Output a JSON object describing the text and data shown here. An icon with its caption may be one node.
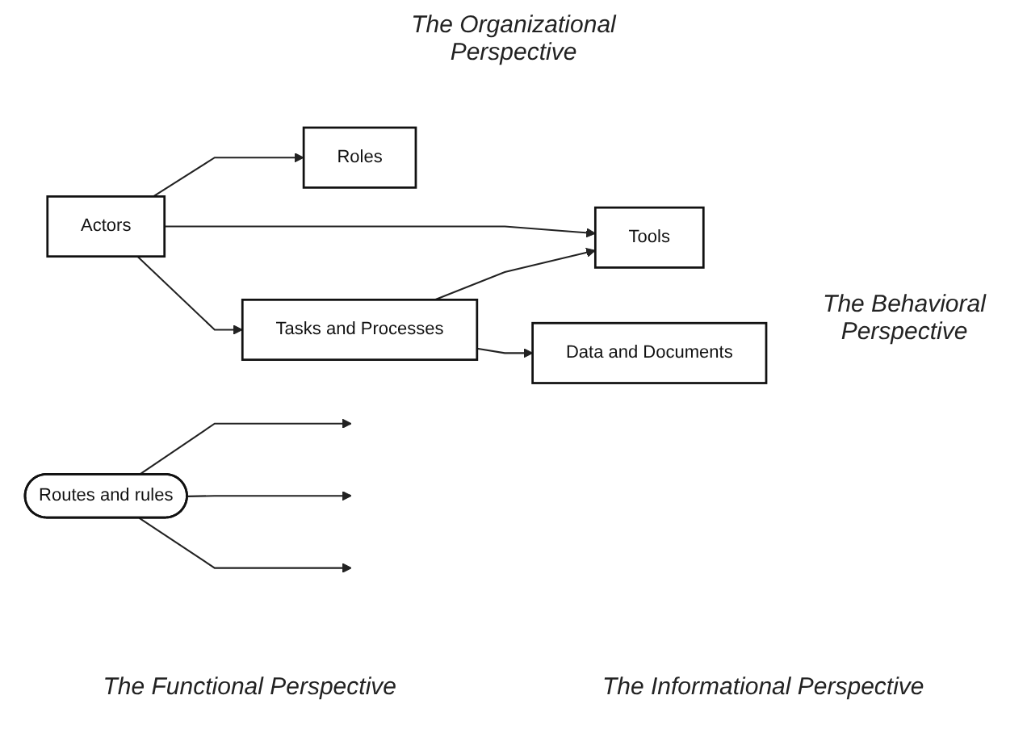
{
  "diagram": {
    "nodes": [
      {
        "text": [
          "Actors"
        ]
      },
      {
        "text": [
          "Roles"
        ]
      },
      {
        "text": [
          "Tools"
        ]
      },
      {
        "text": [
          "Routes and rules"
        ]
      },
      {
        "text": [
          "Tasks and Processes"
        ]
      },
      {
        "text": [
          "Data and Documents"
        ]
      }
    ],
    "edges": [
      {
        "from": 0,
        "to": 1,
        "arrow": "to"
      },
      {
        "from": 0,
        "to": 2,
        "arrow": "to"
      },
      {
        "from": 0,
        "to": 4,
        "arrow": "to"
      },
      {
        "from": 4,
        "to": 2,
        "arrow": "to"
      },
      {
        "from": 4,
        "to": 5,
        "arrow": "to"
      },
      {
        "from": 3,
        "to": null,
        "arrow": "to"
      },
      {
        "from": 3,
        "to": null,
        "arrow": "to"
      },
      {
        "from": 3,
        "to": null,
        "arrow": "to"
      }
    ],
    "labels": [
      "The Organizational Perspective",
      "The Behavioral Perspective",
      "The Functional Perspective",
      "The Informational Perspective"
    ]
  }
}
